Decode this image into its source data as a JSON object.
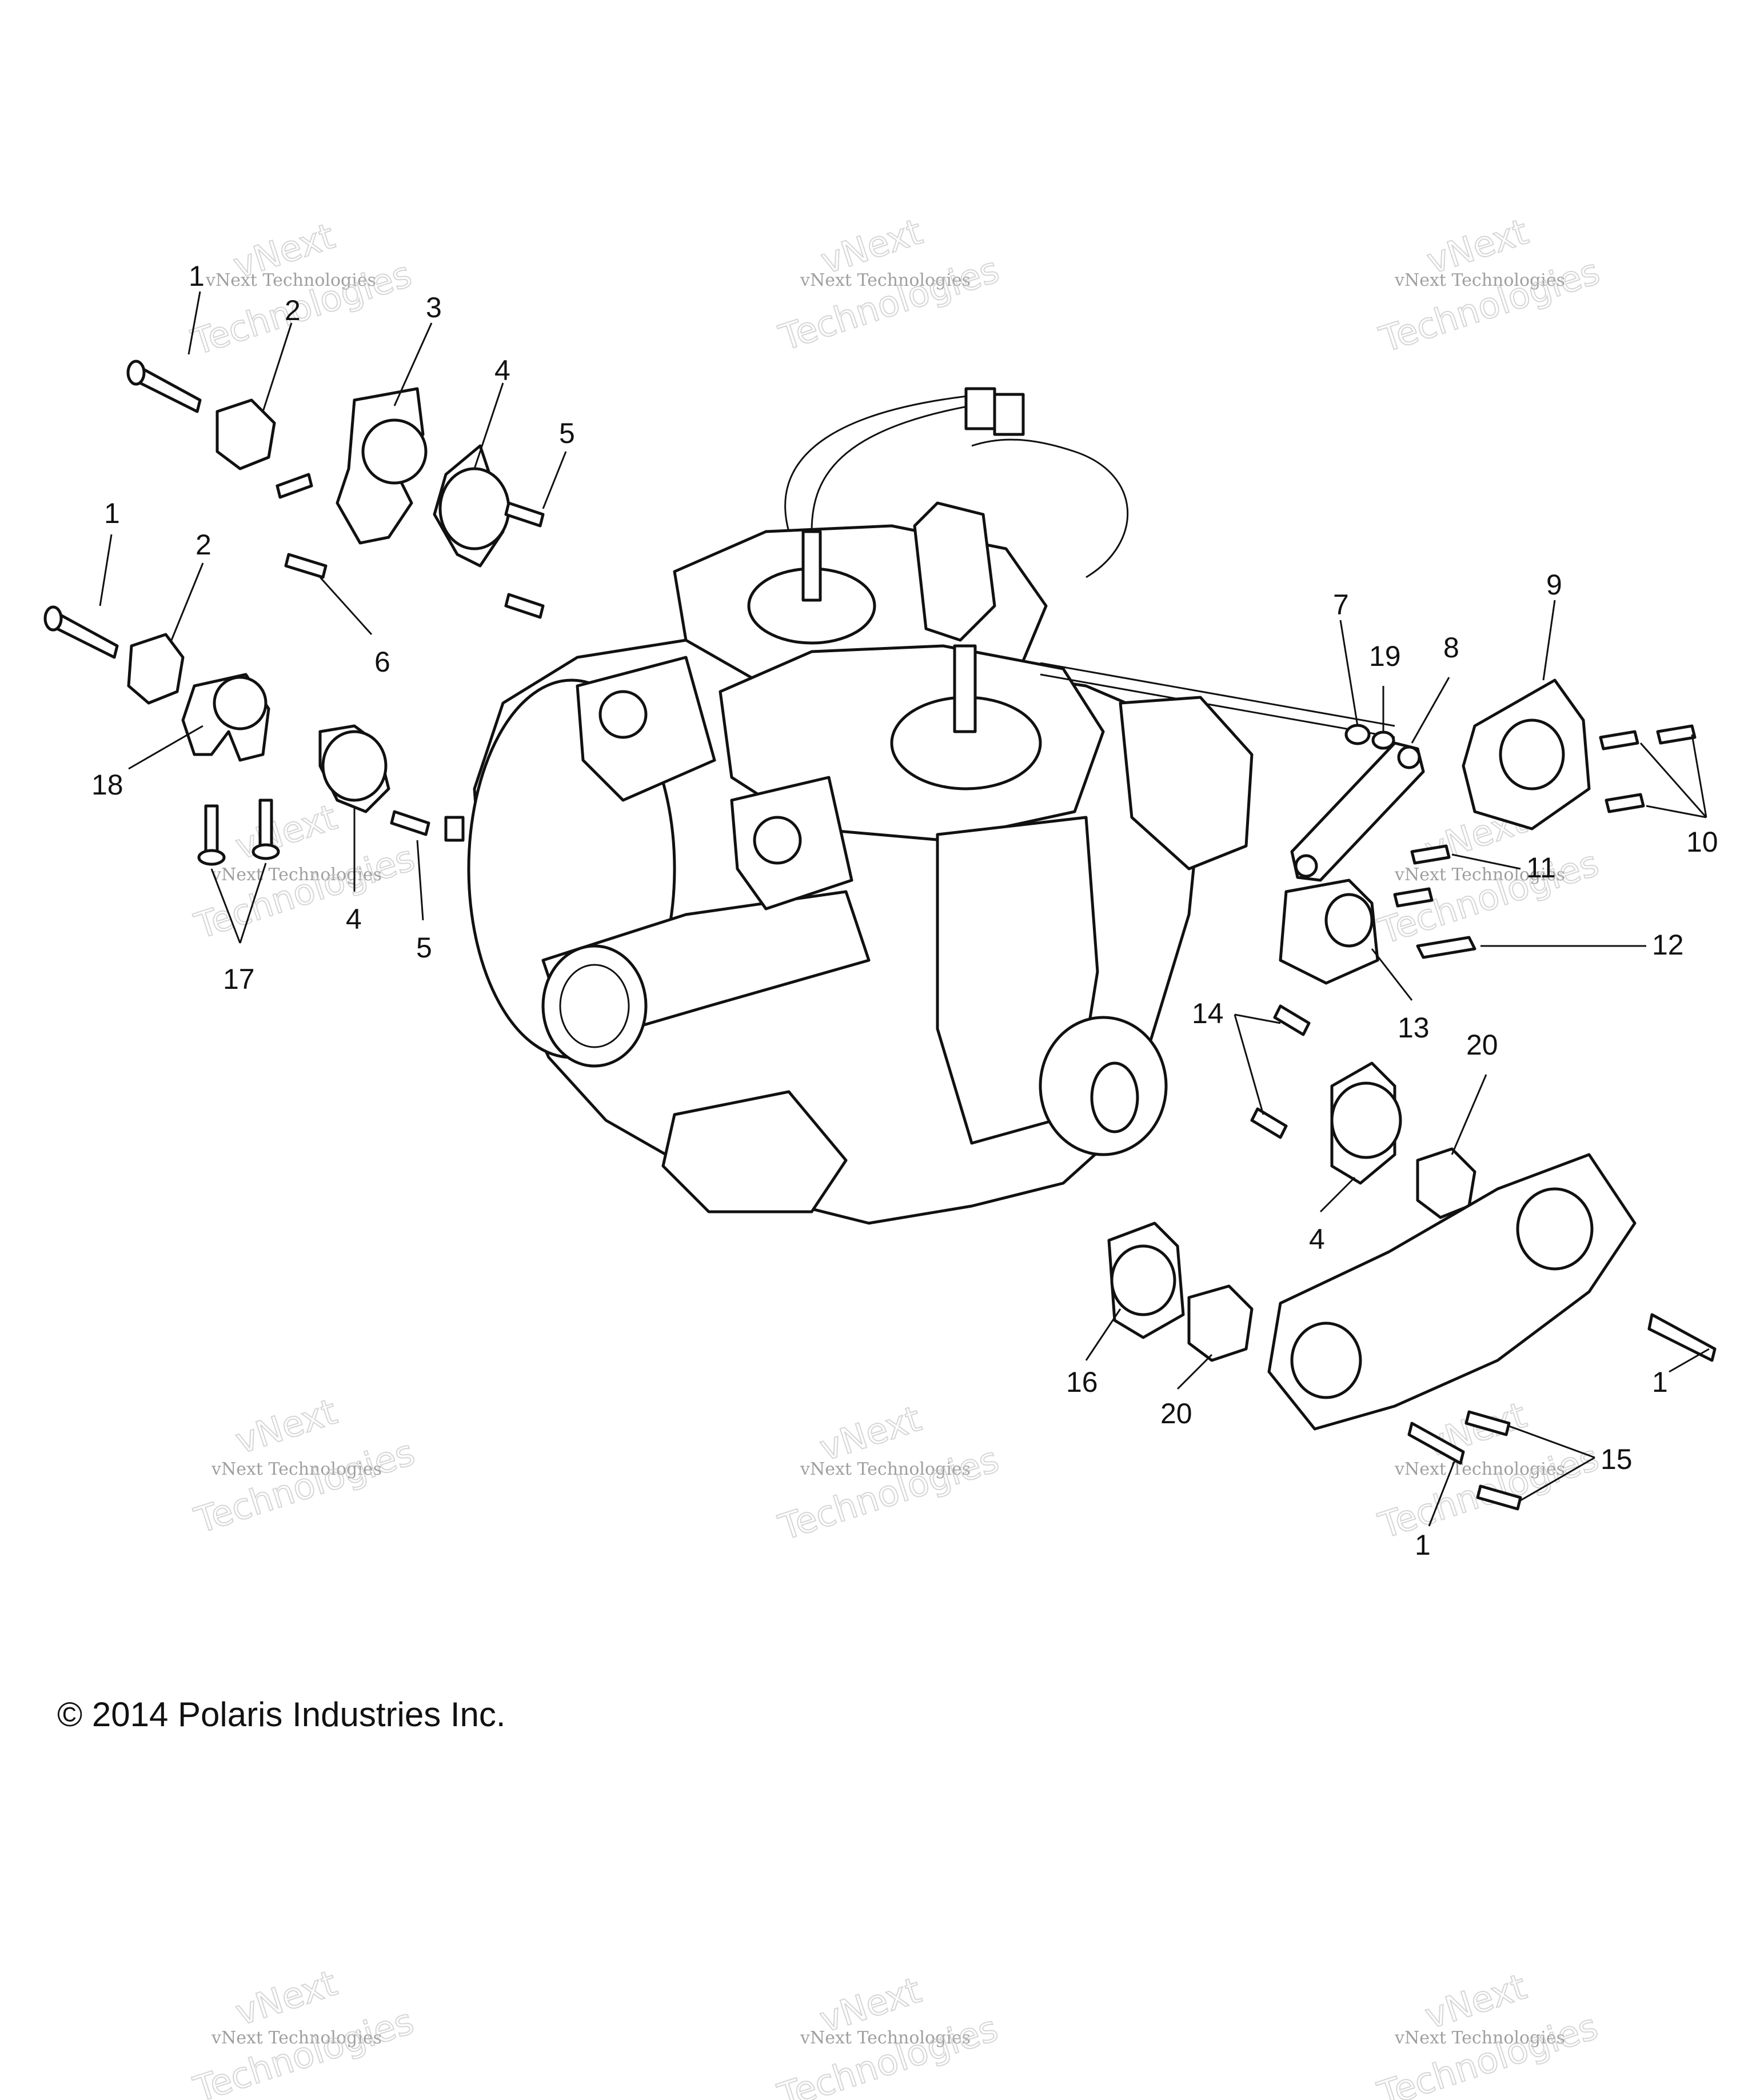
{
  "copyright": "© 2014 Polaris Industries Inc.",
  "watermark": {
    "line1": "vNext",
    "line2": "vNext Technologies",
    "line3": "Technologies"
  },
  "callouts": [
    "1",
    "2",
    "3",
    "4",
    "5",
    "1",
    "2",
    "18",
    "17",
    "4",
    "5",
    "6",
    "7",
    "19",
    "8",
    "9",
    "10",
    "11",
    "12",
    "13",
    "14",
    "20",
    "4",
    "16",
    "20",
    "1",
    "15",
    "1"
  ],
  "colors": {
    "ink": "#111111",
    "watermark": "#c9c9c9",
    "background": "#ffffff"
  }
}
